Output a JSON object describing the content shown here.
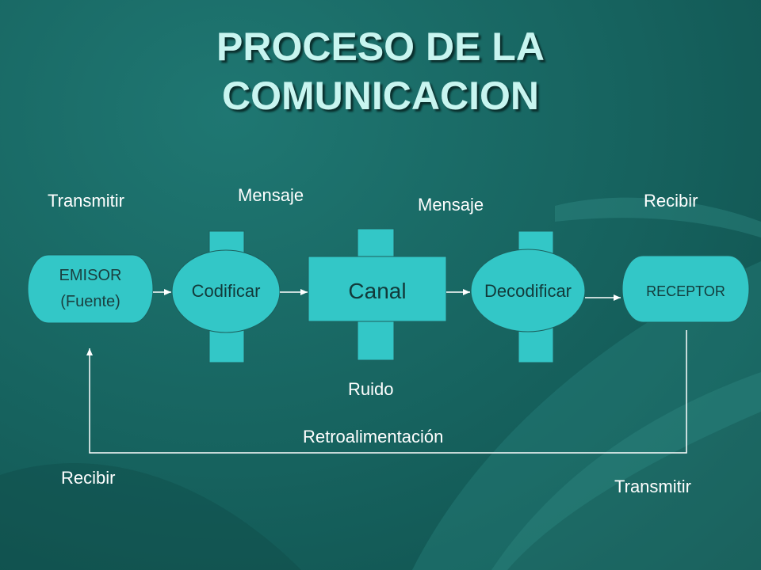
{
  "slide": {
    "title_line1": "PROCESO DE LA",
    "title_line2": "COMUNICACION"
  },
  "colors": {
    "background": "#16625e",
    "shape_fill": "#33c7c7",
    "title_text": "#c8f5f0",
    "label_text": "#ffffff",
    "line": "#ffffff"
  },
  "nodes": {
    "emisor_line1": "EMISOR",
    "emisor_line2": "(Fuente)",
    "codificar": "Codificar",
    "canal": "Canal",
    "decodificar": "Decodificar",
    "receptor": "RECEPTOR"
  },
  "labels": {
    "transmitir_top": "Transmitir",
    "mensaje_left": "Mensaje",
    "mensaje_right": "Mensaje",
    "recibir_top": "Recibir",
    "ruido": "Ruido",
    "retroalimentacion": "Retroalimentación",
    "recibir_bottom": "Recibir",
    "transmitir_bottom": "Transmitir"
  }
}
